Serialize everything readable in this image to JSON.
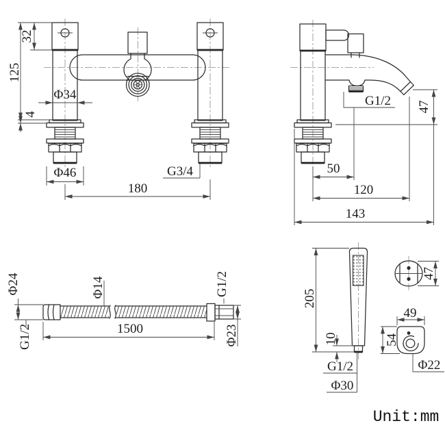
{
  "colors": {
    "background": "#ffffff",
    "line": "#2c2c2c",
    "dimension": "#454545"
  },
  "unit_label": "Unit:mm",
  "front_view": {
    "handle_height": "32",
    "total_height": "125",
    "deck_step": "4",
    "pillar_diameter": "Φ34",
    "base_nut_diameter": "Φ46",
    "inlet_thread": "G3/4",
    "pillar_centres": "180"
  },
  "side_view": {
    "hose_outlet_thread": "G1/2",
    "spout_height": "47",
    "outlet_offset": "50",
    "spout_reach": "120",
    "overall_depth": "143"
  },
  "hose_view": {
    "cone_nut_diameter": "Φ24",
    "hose_diameter": "Φ14",
    "right_thread": "G1/2",
    "left_thread": "G1/2",
    "length": "1500",
    "fitting_diameter": "Φ23"
  },
  "handset_view": {
    "length": "205",
    "tip_length": "10",
    "thread": "G1/2",
    "handle_diameter": "Φ30",
    "bracket_depth": "47",
    "bracket_width": "49",
    "bracket_height": "54",
    "clip_diameter": "Φ22"
  }
}
